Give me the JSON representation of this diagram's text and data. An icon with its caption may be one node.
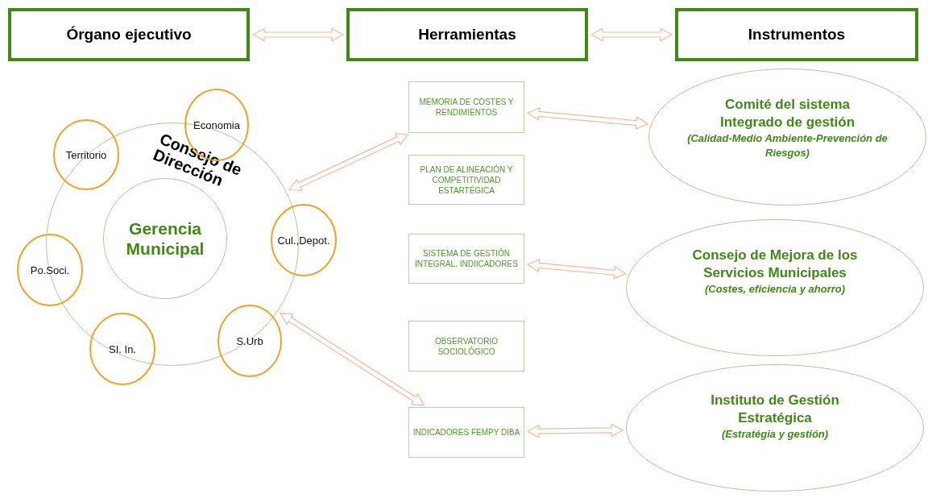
{
  "diagram": {
    "nodes": [
      {
        "text": [
          "Órgano ejecutivo"
        ]
      },
      {
        "text": [
          "Herramientas"
        ]
      },
      {
        "text": [
          "Instrumentos"
        ]
      },
      {
        "text": [
          "Consejo de Dirección"
        ]
      },
      {
        "text": [
          "Gerencia Municipal"
        ],
        "in": 3
      },
      {
        "text": [
          "Economia"
        ]
      },
      {
        "text": [
          "Territorio"
        ]
      },
      {
        "text": [
          "Cul.,Depot."
        ]
      },
      {
        "text": [
          "Po.Soci."
        ]
      },
      {
        "text": [
          "S.Urb"
        ]
      },
      {
        "text": [
          "SI. In."
        ]
      },
      {
        "text": [
          "MEMORIA DE COSTES Y RENDIMIENTOS"
        ]
      },
      {
        "text": [
          "PLAN DE ALINEACIÓN Y COMPETITIVIDAD ESTARTÉGICA"
        ]
      },
      {
        "text": [
          "SISTEMA DE GESTIÓN INTEGRAL. INDIICADORES"
        ]
      },
      {
        "text": [
          "OBSERVATORIO SOCIOLÓGICO"
        ]
      },
      {
        "text": [
          "INDICADORES FEMPY DIBA"
        ]
      },
      {
        "text": [
          "Comité del sistema Integrado de gestión",
          "(Calidad-Medio Ambiente-Prevención de Riesgos)"
        ]
      },
      {
        "text": [
          "Consejo de Mejora de los Servicios Municipales",
          "(Costes, eficiencia y ahorro)"
        ]
      },
      {
        "text": [
          "Instituto de Gestión Estratégica",
          "(Estratégia y gestión)"
        ]
      }
    ],
    "edges": [
      {
        "from": 0,
        "to": 1,
        "arrow": "both"
      },
      {
        "from": 1,
        "to": 2,
        "arrow": "both"
      },
      {
        "from": 3,
        "to": 11,
        "arrow": "both"
      },
      {
        "from": 3,
        "to": 15,
        "arrow": "both"
      },
      {
        "from": 11,
        "to": 16,
        "arrow": "both"
      },
      {
        "from": 13,
        "to": 17,
        "arrow": "both"
      },
      {
        "from": 15,
        "to": 18,
        "arrow": "both"
      }
    ]
  }
}
